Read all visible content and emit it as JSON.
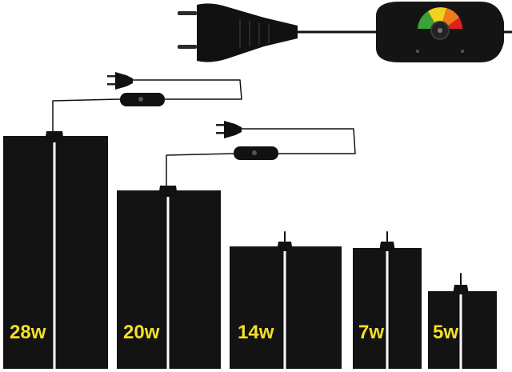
{
  "colors": {
    "mat": "#131313",
    "cable": "#111111",
    "label": "#f4df2a",
    "dial_green": "#3aa336",
    "dial_yellow": "#f0d21c",
    "dial_orange": "#f07a1c",
    "dial_red": "#e01f1f"
  },
  "icons": [
    "plug-icon",
    "dimmer-switch-icon",
    "thermostat-dial-icon"
  ],
  "mats": [
    {
      "id": "mat-28w",
      "label": "28w"
    },
    {
      "id": "mat-20w",
      "label": "20w"
    },
    {
      "id": "mat-14w",
      "label": "14w"
    },
    {
      "id": "mat-7w",
      "label": "7w"
    },
    {
      "id": "mat-5w",
      "label": "5w"
    }
  ]
}
